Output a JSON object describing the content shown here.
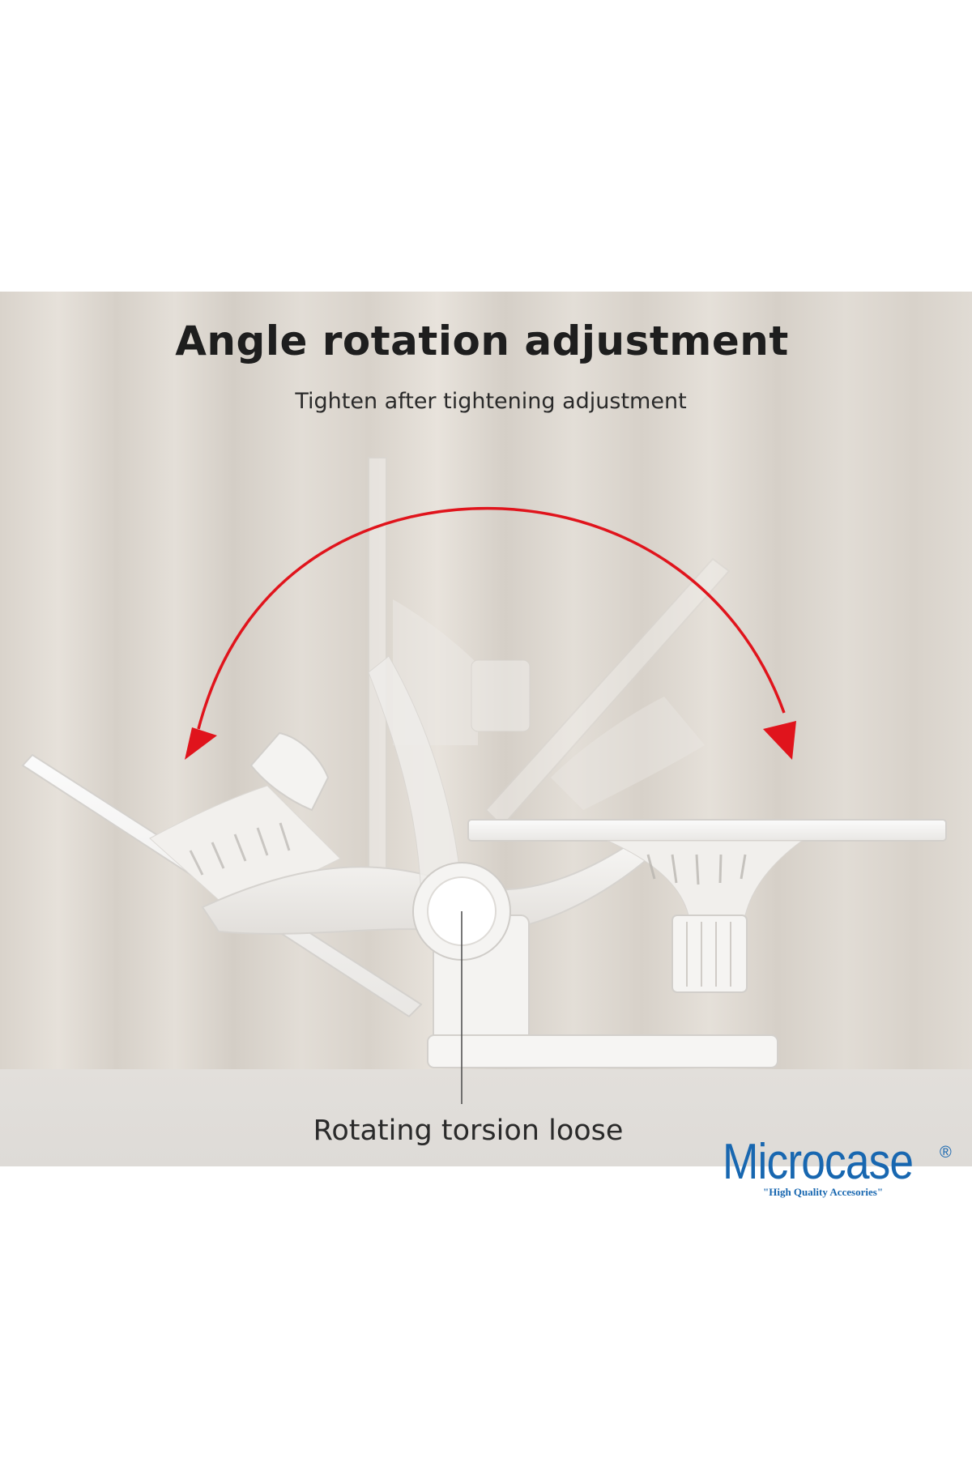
{
  "header": {
    "title": "Angle rotation adjustment",
    "subtitle": "Tighten after tightening adjustment"
  },
  "callout": {
    "label": "Rotating torsion loose"
  },
  "brand": {
    "name": "Microcase",
    "registered_mark": "®",
    "tagline": "\"High Quality Accesories\"",
    "color": "#1867b0"
  },
  "colors": {
    "arrow": "#e0141c",
    "background": "#ffffff"
  }
}
